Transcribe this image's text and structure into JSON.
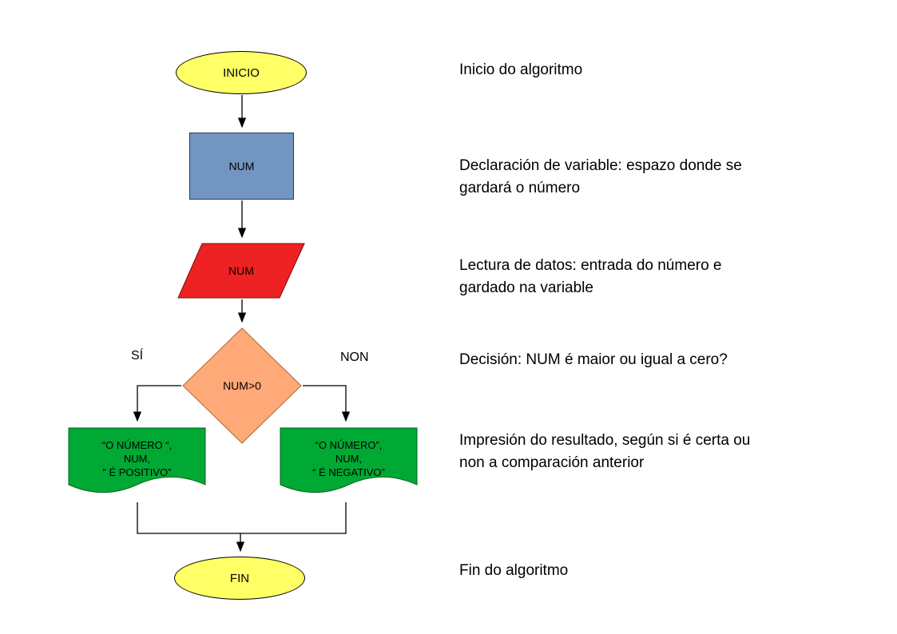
{
  "flowchart": {
    "start": {
      "label": "INICIO"
    },
    "declare": {
      "label": "NUM"
    },
    "input": {
      "label": "NUM"
    },
    "decision": {
      "label": "NUM>0",
      "yes_label": "SÍ",
      "no_label": "NON"
    },
    "output_positive": {
      "line1": "“O NÚMERO “,",
      "line2": "NUM,",
      "line3": "” É POSITIVO”"
    },
    "output_negative": {
      "line1": "“O NÚMERO”,",
      "line2": "NUM,",
      "line3": "“ É NEGATIVO”"
    },
    "end": {
      "label": "FIN"
    }
  },
  "annotations": [
    {
      "text": "Inicio do algoritmo"
    },
    {
      "text": "Declaración de variable: espazo donde se\ngardará o número"
    },
    {
      "text": "Lectura de datos: entrada do número e\ngardado na variable"
    },
    {
      "text": "Decisión: NUM é maior ou igual a cero?"
    },
    {
      "text": "Impresión do resultado, según si é certa ou\nnon a comparación anterior"
    },
    {
      "text": "Fin do algoritmo"
    }
  ],
  "colors": {
    "start_end": "#ffff66",
    "process": "#7396c0",
    "input": "#ee2222",
    "decision": "#ffa878",
    "output": "#00a933"
  }
}
